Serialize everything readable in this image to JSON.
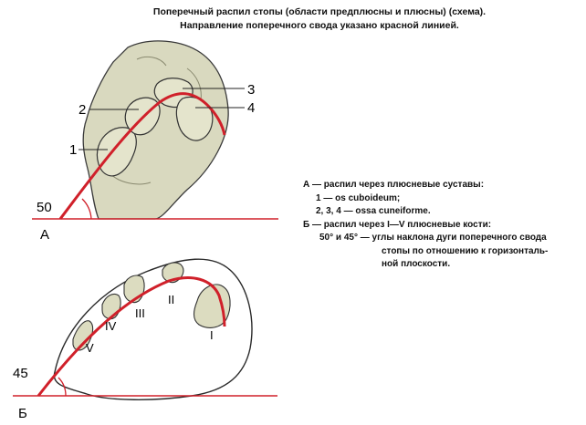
{
  "title": {
    "line1": "Поперечный распил стопы (области предплюсны и плюсны) (схема).",
    "line2": "Направление   поперечного  свода указано красной линией."
  },
  "figure_a": {
    "letter": "А",
    "angle": "50",
    "labels": [
      "1",
      "2",
      "3",
      "4"
    ]
  },
  "figure_b": {
    "letter": "Б",
    "angle": "45",
    "labels": [
      "V",
      "IV",
      "III",
      "II",
      "I"
    ]
  },
  "legend": {
    "a_line": "А — распил через плюсневые суставы:",
    "a_item1": "1 — os cuboideum;",
    "a_item2": "2, 3, 4 — ossa cuneiforme.",
    "b_line": "Б — распил через I—V плюсневые кости:",
    "b_angles1": "50° и 45° — углы наклона дуги поперечного свода",
    "b_angles2": "стопы по отношению  к горизонталь-",
    "b_angles3": "ной плоскости."
  },
  "colors": {
    "arch_line": "#d0202a",
    "bone_fill": "#dcdcc0",
    "bone_stroke": "#333333"
  }
}
